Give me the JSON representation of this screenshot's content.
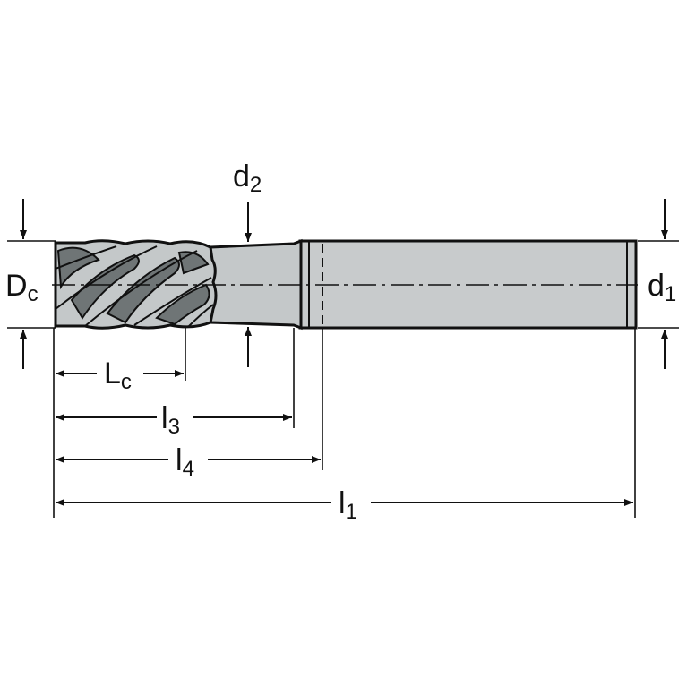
{
  "colors": {
    "line": "#111111",
    "tool_fill": "#c4c8c9",
    "shank_fill": "#c8cbcc",
    "background": "#ffffff"
  },
  "labels": {
    "Dc": {
      "main": "D",
      "sub": "c"
    },
    "d1": {
      "main": "d",
      "sub": "1"
    },
    "d2": {
      "main": "d",
      "sub": "2"
    },
    "Lc": {
      "main": "L",
      "sub": "c"
    },
    "l3": {
      "main": "l",
      "sub": "3"
    },
    "l4": {
      "main": "l",
      "sub": "4"
    },
    "l1": {
      "main": "l",
      "sub": "1"
    }
  }
}
